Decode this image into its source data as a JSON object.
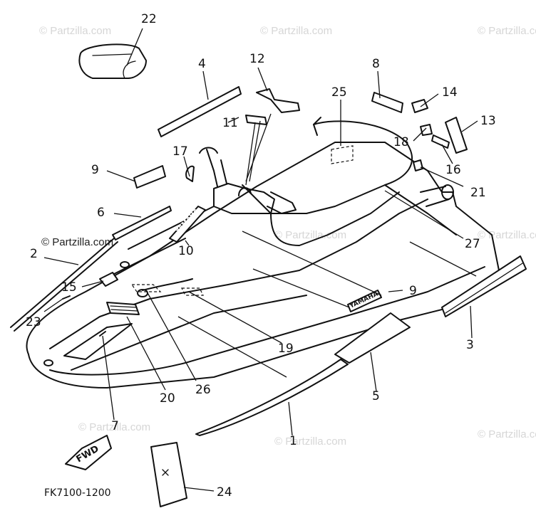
{
  "watermark": "© Partzilla.com",
  "diagram_code": "FK7100-1200",
  "fwd_label": "FWD",
  "mark_label": "YAMAHA",
  "callouts": {
    "c1": "1",
    "c2": "2",
    "c3": "3",
    "c4": "4",
    "c5": "5",
    "c6": "6",
    "c7": "7",
    "c8": "8",
    "c9a": "9",
    "c9b": "9",
    "c10": "10",
    "c11": "11",
    "c12": "12",
    "c13": "13",
    "c14": "14",
    "c15": "15",
    "c16": "16",
    "c17": "17",
    "c18": "18",
    "c19": "19",
    "c20": "20",
    "c21": "21",
    "c22": "22",
    "c23": "23",
    "c24": "24",
    "c25": "25",
    "c26": "26",
    "c27": "27"
  }
}
